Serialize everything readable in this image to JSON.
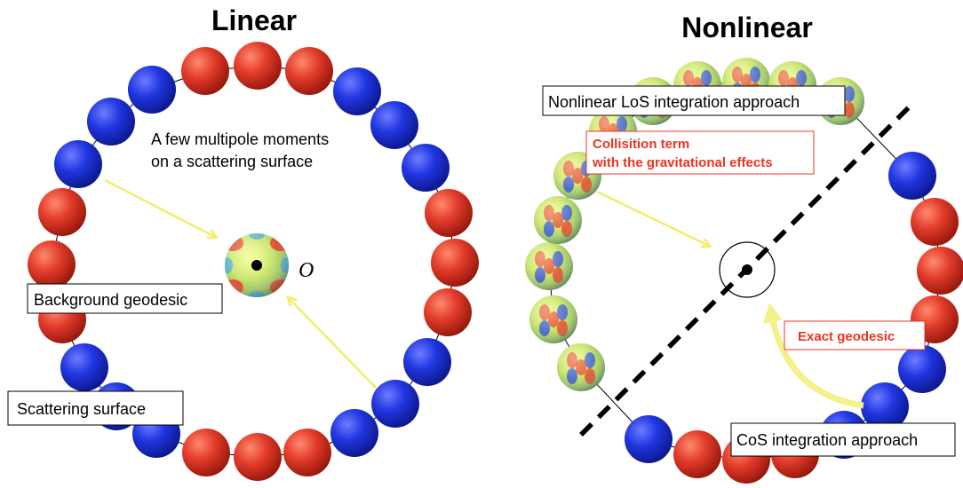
{
  "colors": {
    "red_ball": "#e23b2b",
    "blue_ball": "#2036e0",
    "arrow_yellow": "#f4f08a",
    "callout_red": "#ee3322"
  },
  "linear": {
    "title": "Linear",
    "observer_label": "O",
    "labels": {
      "multipole": [
        "A few multipole moments",
        "on a scattering surface"
      ],
      "background_geodesic": "Background geodesic",
      "scattering_surface": "Scattering surface"
    }
  },
  "nonlinear": {
    "title": "Nonlinear",
    "labels": {
      "nonlinear_los": "Nonlinear LoS integration approach",
      "collision_term": [
        "Collisition term",
        "with the gravitational effects"
      ],
      "exact_geodesic": "Exact geodesic",
      "cos_integration": "CoS integration approach"
    }
  }
}
